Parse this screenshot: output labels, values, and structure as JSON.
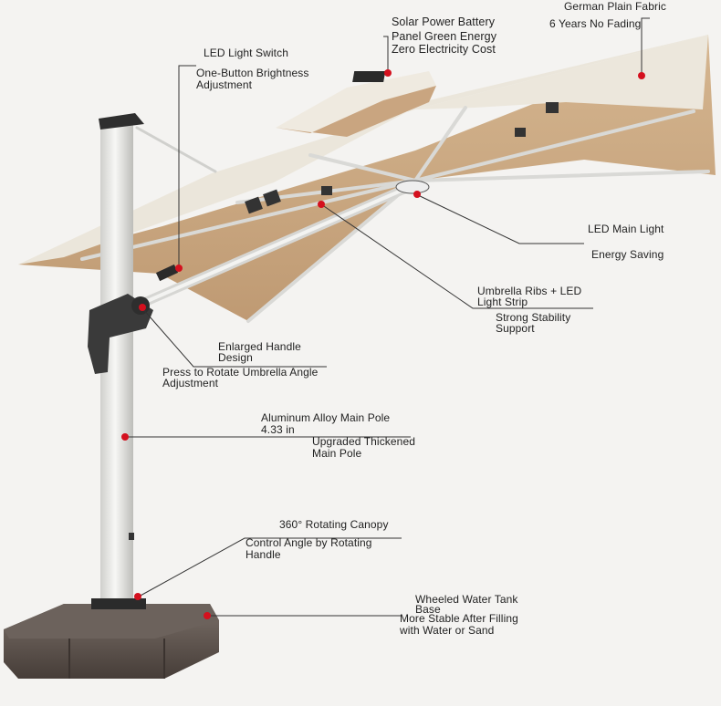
{
  "features": {
    "solar": {
      "title": "Solar Power Battery",
      "line2": "Panel Green Energy",
      "line3": "Zero Electricity Cost"
    },
    "fabric": {
      "title": "German Plain Fabric",
      "detail": "6 Years No Fading"
    },
    "led_switch": {
      "title": "LED Light Switch",
      "detail1": "One-Button Brightness",
      "detail2": "Adjustment"
    },
    "led_main": {
      "title": "LED Main Light",
      "detail": "Energy Saving"
    },
    "ribs": {
      "title1": "Umbrella Ribs + LED",
      "title2": "Light Strip",
      "detail1": "Strong Stability",
      "detail2": "Support"
    },
    "handle": {
      "title1": "Enlarged Handle",
      "title2": "Design",
      "detail1": "Press to Rotate Umbrella Angle",
      "detail2": "Adjustment"
    },
    "pole": {
      "title": "Aluminum Alloy Main Pole",
      "size": "4.33 in",
      "detail1": "Upgraded Thickened",
      "detail2": "Main Pole"
    },
    "rotate": {
      "title": "360° Rotating Canopy",
      "detail1": "Control Angle by Rotating",
      "detail2": "Handle"
    },
    "base": {
      "title1": "Wheeled Water Tank",
      "title2": "Base",
      "detail1": "More Stable After Filling",
      "detail2": "with Water or Sand"
    }
  },
  "colors": {
    "canopy_top": "#ece7dc",
    "canopy_under": "#c9a580",
    "pole": "#e9e9e7",
    "base": "#5b514b",
    "marker": "#d4101e",
    "leader": "#333333"
  }
}
